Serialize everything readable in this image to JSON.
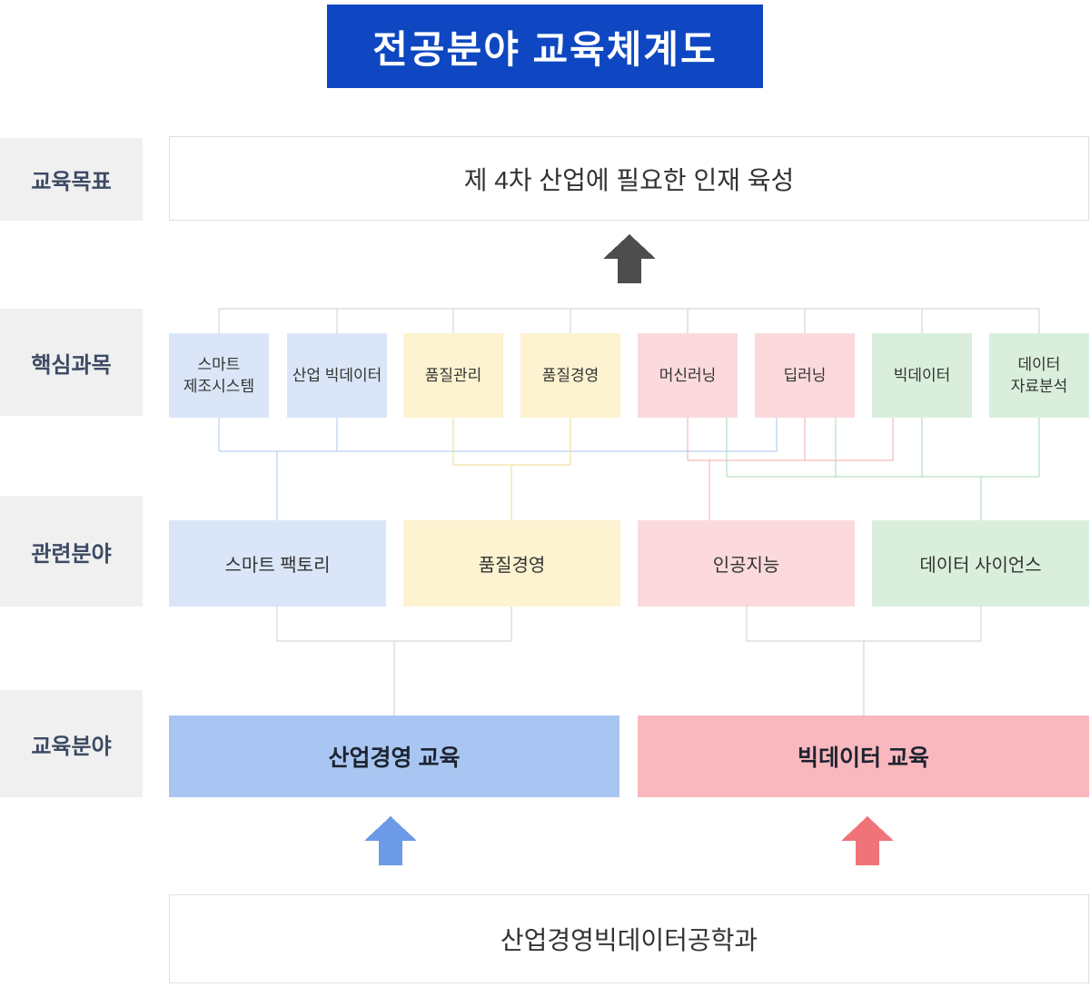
{
  "title": "전공분야 교육체계도",
  "goal": {
    "label": "교육목표",
    "value": "제 4차 산업에 필요한 인재 육성"
  },
  "core": {
    "label": "핵심과목",
    "subjects": [
      {
        "name": "스마트 제조시스템",
        "group": "blue"
      },
      {
        "name": "산업 빅데이터",
        "group": "blue"
      },
      {
        "name": "품질관리",
        "group": "yellow"
      },
      {
        "name": "품질경영",
        "group": "yellow"
      },
      {
        "name": "머신러닝",
        "group": "pink"
      },
      {
        "name": "딥러닝",
        "group": "pink"
      },
      {
        "name": "빅데이터",
        "group": "green"
      },
      {
        "name": "데이터 자료분석",
        "group": "green"
      }
    ]
  },
  "related": {
    "label": "관련분야",
    "fields": [
      {
        "name": "스마트 팩토리",
        "group": "blue"
      },
      {
        "name": "품질경영",
        "group": "yellow"
      },
      {
        "name": "인공지능",
        "group": "pink"
      },
      {
        "name": "데이터 사이언스",
        "group": "green"
      }
    ]
  },
  "education": {
    "label": "교육분야",
    "fields": [
      {
        "name": "산업경영 교육",
        "group": "blue"
      },
      {
        "name": "빅데이터 교육",
        "group": "pink"
      }
    ]
  },
  "department": "산업경영빅데이터공학과",
  "colors": {
    "title_bg": "#0e47c1",
    "title_text": "#ffffff",
    "side_label_bg": "#f0f0f1",
    "side_label_text": "#3c4a63",
    "light_blue": "#dae6f8",
    "light_yellow": "#fdf3d0",
    "light_pink": "#fbd9dc",
    "light_green": "#d9efdc",
    "education_blue": "#a9c6f2",
    "education_pink": "#f9b8bd",
    "arrow_dark": "#4d4d4d",
    "arrow_blue": "#6d9ae6",
    "arrow_red": "#f0737a",
    "connector_gray": "#cccccc",
    "connector_blue": "#a9c6f2",
    "connector_yellow": "#f2da8e",
    "connector_pink": "#f4a9af",
    "connector_green": "#a7d8b3"
  }
}
